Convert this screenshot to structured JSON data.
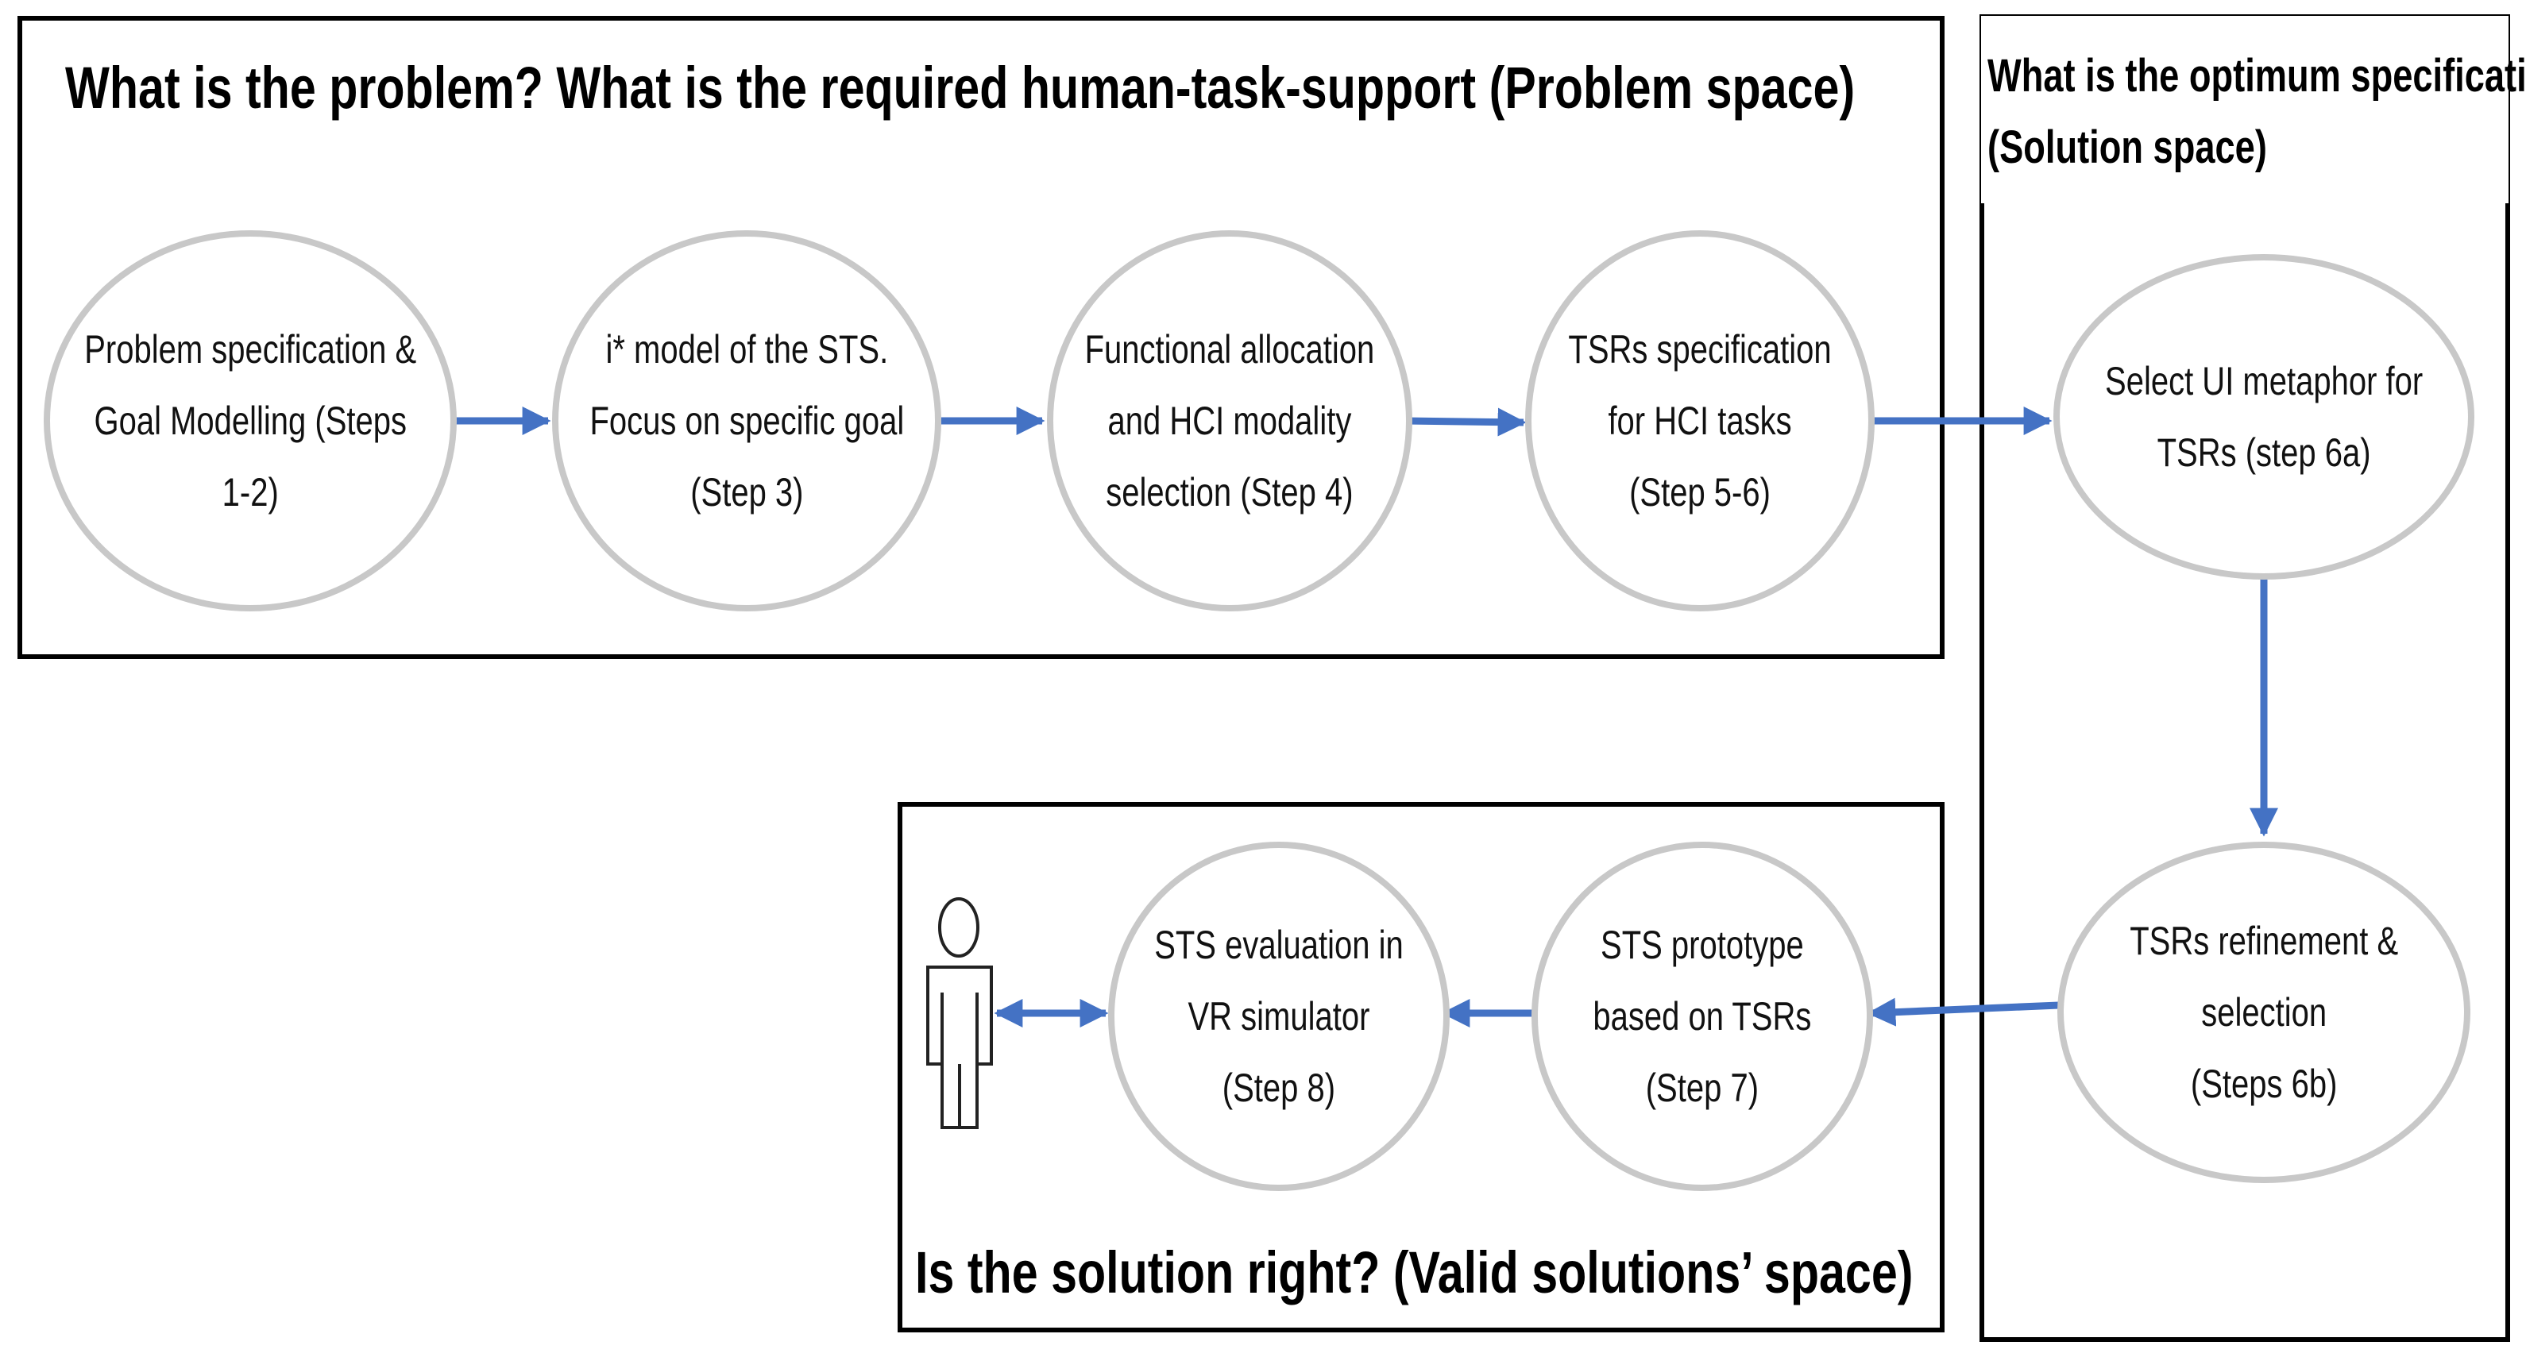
{
  "problem_space": {
    "title": "What is the problem? What is the required human-task-support (Problem space)",
    "steps": [
      {
        "lines": [
          "Problem specification &",
          "Goal Modelling (Steps",
          "1-2)"
        ]
      },
      {
        "lines": [
          "i* model of the STS.",
          "Focus on specific goal",
          "(Step 3)"
        ]
      },
      {
        "lines": [
          "Functional allocation",
          "and HCI modality",
          "selection (Step 4)"
        ]
      },
      {
        "lines": [
          "TSRs specification",
          "for HCI tasks",
          "(Step 5-6)"
        ]
      }
    ]
  },
  "solution_space": {
    "title_line1": "What is the optimum specification?",
    "title_line2": "(Solution space)",
    "steps": [
      {
        "lines": [
          "Select UI  metaphor for",
          "TSRs (step 6a)"
        ]
      },
      {
        "lines": [
          "TSRs refinement &",
          "selection",
          "(Steps 6b)"
        ]
      }
    ]
  },
  "valid_space": {
    "title": "Is the solution right? (Valid solutions’ space)",
    "steps": [
      {
        "lines": [
          "STS prototype",
          "based on TSRs",
          "(Step 7)"
        ]
      },
      {
        "lines": [
          "STS  evaluation in",
          "VR simulator",
          "(Step 8)"
        ]
      }
    ]
  },
  "colors": {
    "arrow": "#4472c4",
    "circle_border": "#c8c8c8",
    "box_border": "#000000"
  },
  "icons": {
    "user": "person-outline-icon"
  }
}
